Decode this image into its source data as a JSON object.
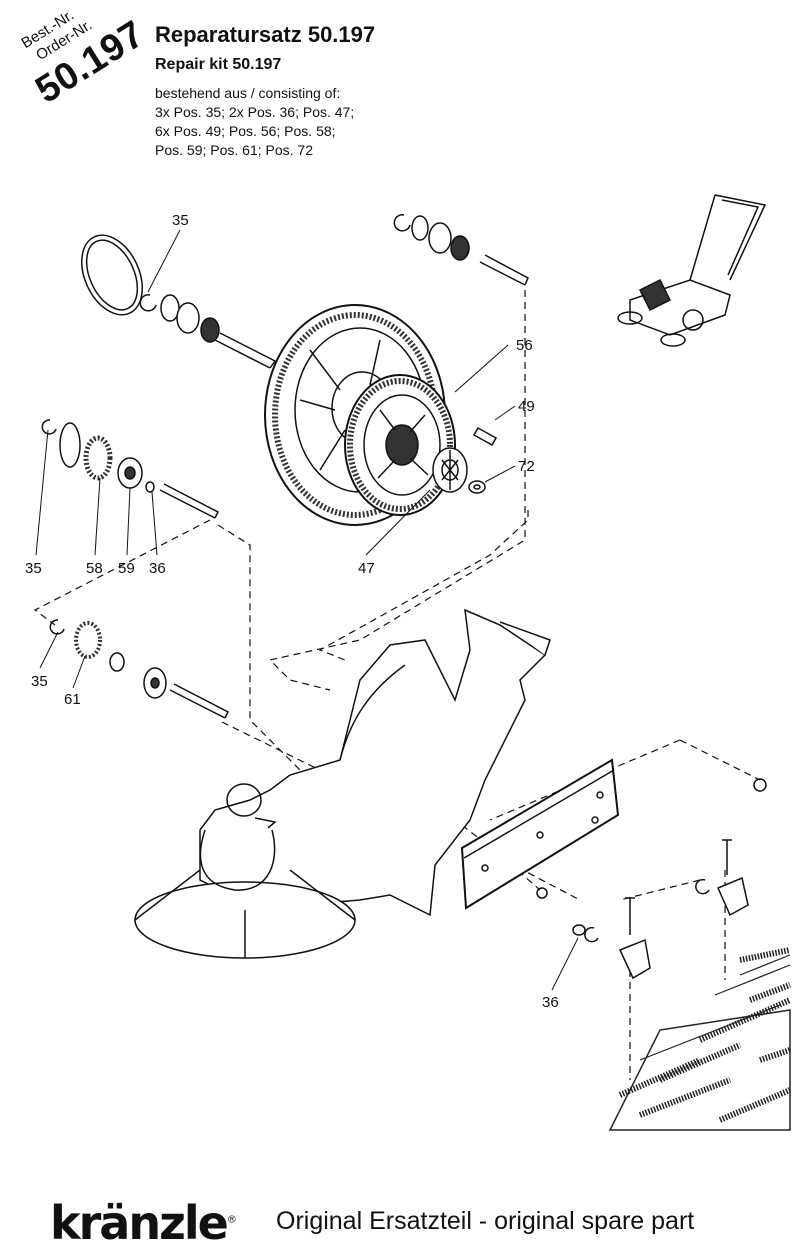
{
  "stamp": {
    "line1": "Best.-Nr.",
    "line2": "Order-Nr.",
    "number": "50.197"
  },
  "header": {
    "title": "Reparatursatz 50.197",
    "subtitle": "Repair kit 50.197",
    "consist_lines": [
      "bestehend aus / consisting of:",
      "3x Pos. 35; 2x Pos. 36; Pos. 47;",
      "6x Pos. 49; Pos. 56; Pos. 58;",
      "Pos. 59; Pos. 61; Pos. 72"
    ]
  },
  "callouts": {
    "c35a": "35",
    "c56": "56",
    "c49": "49",
    "c72": "72",
    "c47": "47",
    "c35b": "35",
    "c58": "58",
    "c59": "59",
    "c36a": "36",
    "c35c": "35",
    "c61": "61",
    "c36b": "36"
  },
  "footer": {
    "brand": "kränzle",
    "registered": "®",
    "tagline": "Original Ersatzteil - original spare part"
  }
}
